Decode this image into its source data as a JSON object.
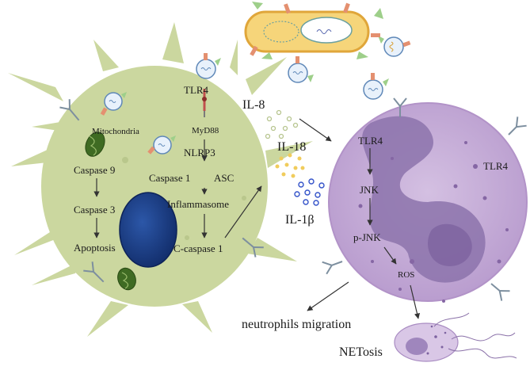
{
  "labels": {
    "tlr4_mac": "TLR4",
    "myd88": "MyD88",
    "mitochondria": "Mitochondria",
    "nlrp3": "NLRP3",
    "caspase1": "Caspase 1",
    "asc": "ASC",
    "inflammasome": "Inflammasome",
    "c_caspase1": "C-caspase 1",
    "caspase9": "Caspase 9",
    "caspase3": "Caspase 3",
    "apoptosis": "Apoptosis",
    "il8": "IL-8",
    "il18": "IL-18",
    "il1b": "IL-1β",
    "tlr4_neu_a": "TLR4",
    "tlr4_neu_b": "TLR4",
    "jnk": "JNK",
    "pjnk": "p-JNK",
    "ros": "ROS",
    "migration": "neutrophils migration",
    "netosis": "NETosis"
  },
  "colors": {
    "macrophage_fill": "#cbd79f",
    "nucleus": "#1e3f86",
    "neutrophil_fill": "#c7b1d8",
    "bacterium_fill": "#f6d57a",
    "il8_dots": "#c6d2a4",
    "il18_dots": "#f0cc5c",
    "il1b_dots": "#3352c9"
  }
}
